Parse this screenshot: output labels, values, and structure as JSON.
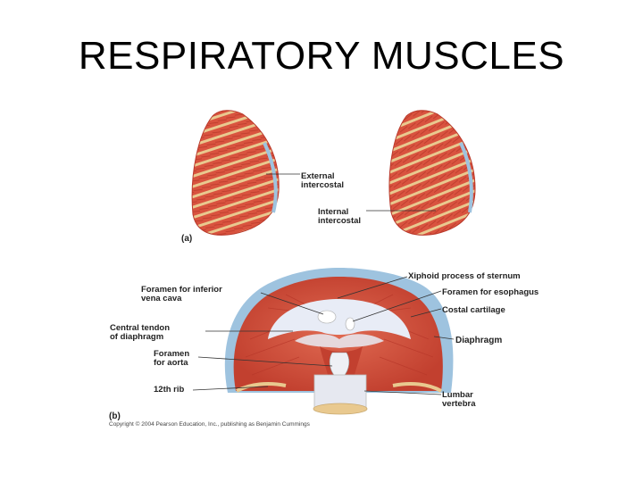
{
  "slide": {
    "title": "RESPIRATORY MUSCLES"
  },
  "figure_a": {
    "panel_label": "(a)",
    "labels": {
      "external_intercostal_1": "External",
      "external_intercostal_2": "intercostal",
      "internal_intercostal_1": "Internal",
      "internal_intercostal_2": "intercostal"
    }
  },
  "figure_b": {
    "panel_label": "(b)",
    "labels": {
      "ivc_1": "Foramen for inferior",
      "ivc_2": "vena cava",
      "central_tendon_1": "Central tendon",
      "central_tendon_2": "of diaphragm",
      "aorta_1": "Foramen",
      "aorta_2": "for aorta",
      "rib12": "12th rib",
      "xiphoid": "Xiphoid process of sternum",
      "esophagus": "Foramen for esophagus",
      "costal": "Costal cartilage",
      "diaphragm": "Diaphragm",
      "lumbar_1": "Lumbar",
      "lumbar_2": "vertebra"
    },
    "copyright": "Copyright © 2004 Pearson Education, Inc., publishing as Benjamin Cummings"
  },
  "colors": {
    "muscle": "#d9533f",
    "muscle_dark": "#b8382a",
    "bone": "#e9c98f",
    "tendon": "#e8ecf6",
    "membrane": "#9ec3df"
  }
}
